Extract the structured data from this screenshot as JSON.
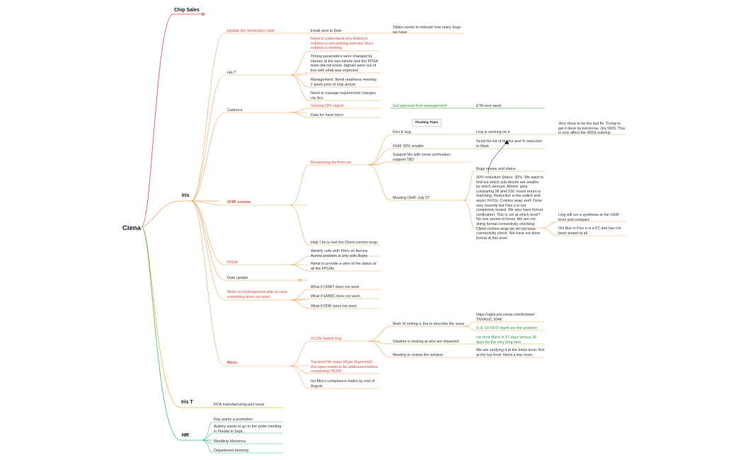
{
  "colors": {
    "red": "#e8443a",
    "orange": "#f0a35a",
    "green": "#3bbf5c",
    "yellow": "#d8c23a",
    "teal": "#2dbf9a",
    "dark": "#222222"
  },
  "root": "Ciena",
  "chip_sales": {
    "label": "Chip Sales"
  },
  "iris": {
    "label": "Iris",
    "update_slide": "Update the Verification slide",
    "email_sent": "Email sent to Dale",
    "slides_needs": "Slides needs to indicate how many bugs we have",
    "his_t": "His T",
    "his_t_items": [
      "Need to understand why Aubrey's solution is not working and why Dui's solution is working",
      "Timing parameters were changed by Harvey at the last minute and the FPGA team did not know. Signals were out of line with what was expected",
      "Management: Need readiness meeting 1 week prior of chip arrival",
      "Need to manage requirement changes via Jira"
    ],
    "cadence": "Cadence",
    "sharing_cpl": "Sharing CPL report",
    "got_approval": "Got approval from management",
    "eta": "ETA next week",
    "data_hard_micro": "Data for hard micro",
    "floating_topic": "Floating Topic",
    "ohif_comms": "OHIF comms",
    "review_bug": "Review bug list from Ian",
    "flexe": "Flex E bug",
    "ling_working": "Ling is working on it",
    "very_close": "Very close to be the last fix. Trying to get it done by tomorrow. Jira 5905. This is only affect the 400G subchip",
    "ohif_smaller": "OHIF 30% smaller",
    "send_list": "Send the list of blocks and % reduction to Mark",
    "support_nic": "Support Nic with some verification support TBD",
    "meeting_ohif": "Meeting OHIF July 27",
    "bugs_review": "Bugs review and status",
    "reduction_status": "30% reduction Status: 30%. We want to find out which sub-blocks are smaller by which amount. Ahmet: grep comparing 96 and 100. Insert return is matching. Reduction is the switch and async FIFOs. Comms wrap verif: Done very recently but Flex e is not completely tested. We also have formal verification. This is run at which level? No one seems to know. We are not doing formal connectivity checking. Client comms wrap we do not have connectivity check. We have not done formal at this level.",
    "ling_synthesis": "Ling will run a synthesis at the OHIF level and compare",
    "oh_bus": "OH Bus in Flex e is a P2 and has not been tested at all",
    "help_ian": "Help I an to test the Client comms wrap",
    "fpga": "FPGA",
    "weekly_calls": "Weekly calls with Khire on Aurora. Aurora problem is only with Rxptx",
    "aimat": "Aimat to provide a view of the status of all the FPGAs",
    "date_update": "Date update",
    "contingencies": "Work on contingencies plan in case something does not work",
    "what_if": [
      "What if CMRT does not work",
      "What if EMMC does not work",
      "What if DDR does not work"
    ],
    "micro": "Micro",
    "xcon": "XCON Switch bug",
    "mark_w": "Mark W writing a Jira to describe the issue",
    "jira_link": "https://agile.jira.ciena.com/browse/ TNVASIC 6046",
    "fifo_depth": "4, 8, 16 FIFO depth are the problem",
    "vladimir": "Vladimir is looking at who are impacted",
    "run_time": "run time Micro is 17 days versus 36 days for the very long time",
    "meeting_solution": "Meeting to review the solution",
    "verifying": "We are verifying it at the block level. Not at the top level. Need a few more.",
    "top_level": "Top-level file issue (Ryan Raymond): this open needs to be addressed before completing TR100",
    "compliance": "Iris Micro compliance matrix by end of August"
  },
  "iris_t": {
    "label": "Iris T",
    "rca": "RCA manufacturing port issue"
  },
  "hr": {
    "label": "HR",
    "items": [
      "Ray wants a promotion",
      "Aubrey wants to go to the pride meeting in Florida in Sept.",
      "Wedding Marianna",
      "Department meeting"
    ]
  }
}
